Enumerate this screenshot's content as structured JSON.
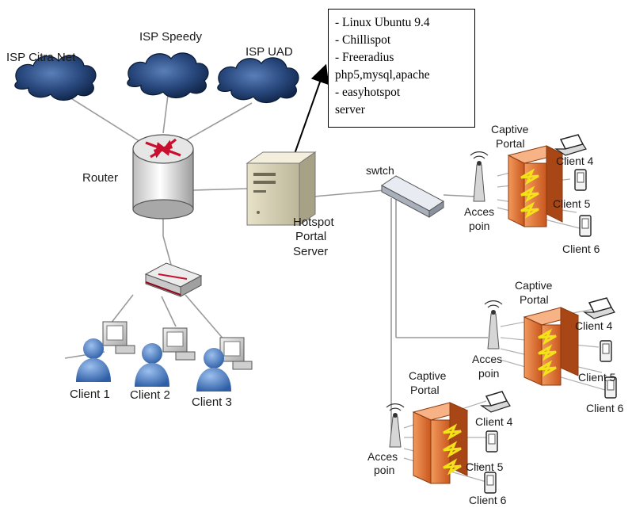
{
  "isps": [
    {
      "label": "ISP Citra Net"
    },
    {
      "label": "ISP Speedy"
    },
    {
      "label": "ISP UAD"
    }
  ],
  "router": {
    "label": "Router"
  },
  "server": {
    "label_lines": [
      "Hotspot",
      "Portal",
      "Server"
    ]
  },
  "switch": {
    "label": "swtch"
  },
  "server_note": {
    "lines": [
      "- Linux Ubuntu 9.4",
      "- Chillispot",
      "- Freeradius",
      "php5,mysql,apache",
      "- easyhotspot",
      "server"
    ]
  },
  "lan_clients": [
    {
      "label": "Client 1"
    },
    {
      "label": "Client 2"
    },
    {
      "label": "Client 3"
    }
  ],
  "hotspot_groups": [
    {
      "portal_lines": [
        "Captive",
        "Portal"
      ],
      "ap_lines": [
        "Acces",
        "poin"
      ],
      "clients": [
        "Client 4",
        "Client 5",
        "Client 6"
      ]
    },
    {
      "portal_lines": [
        "Captive",
        "Portal"
      ],
      "ap_lines": [
        "Acces",
        "poin"
      ],
      "clients": [
        "Client 4",
        "Client 5",
        "Client 6"
      ]
    },
    {
      "portal_lines": [
        "Captive",
        "Portal"
      ],
      "ap_lines": [
        "Acces",
        "poin"
      ],
      "clients": [
        "Client 4",
        "Client 5",
        "Client 6"
      ]
    }
  ],
  "colors": {
    "cloud": "#1f3b6b",
    "router_arrow": "#c8102e",
    "firewall": "#e2743a",
    "user": "#3d6fb6"
  }
}
